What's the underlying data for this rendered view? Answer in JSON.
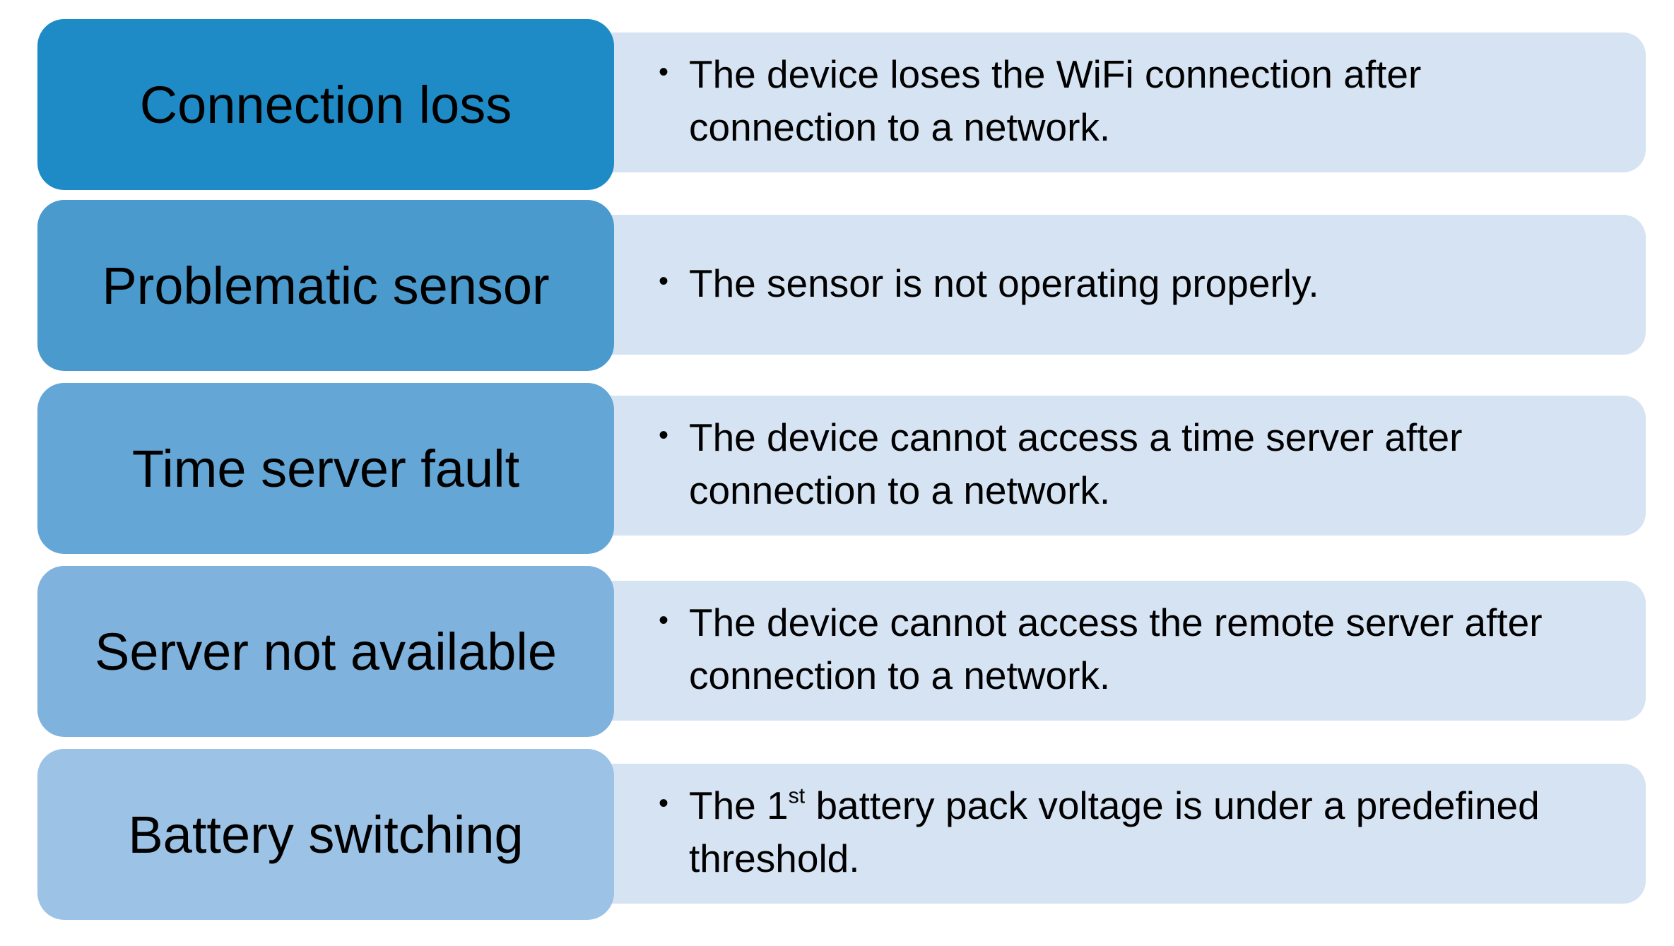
{
  "colors": {
    "row_1": "#1f8bc6",
    "row_2": "#4a9acd",
    "row_3": "#64a6d6",
    "row_4": "#7fb2dc",
    "row_5": "#9cc2e5",
    "description_background": "#d6e3f3"
  },
  "rows": [
    {
      "label": "Connection loss",
      "description": "The device loses the WiFi connection after connection to a network."
    },
    {
      "label": "Problematic sensor",
      "description": "The sensor is not operating properly."
    },
    {
      "label": "Time server fault",
      "description": "The device cannot access a time server after connection to a network."
    },
    {
      "label": "Server not available",
      "description": "The device cannot access the remote server after connection to a network."
    },
    {
      "label": "Battery switching",
      "description_pre": "The 1",
      "description_sup": "st",
      "description_post": " battery pack voltage is under a predefined threshold."
    }
  ],
  "bullet": "•"
}
